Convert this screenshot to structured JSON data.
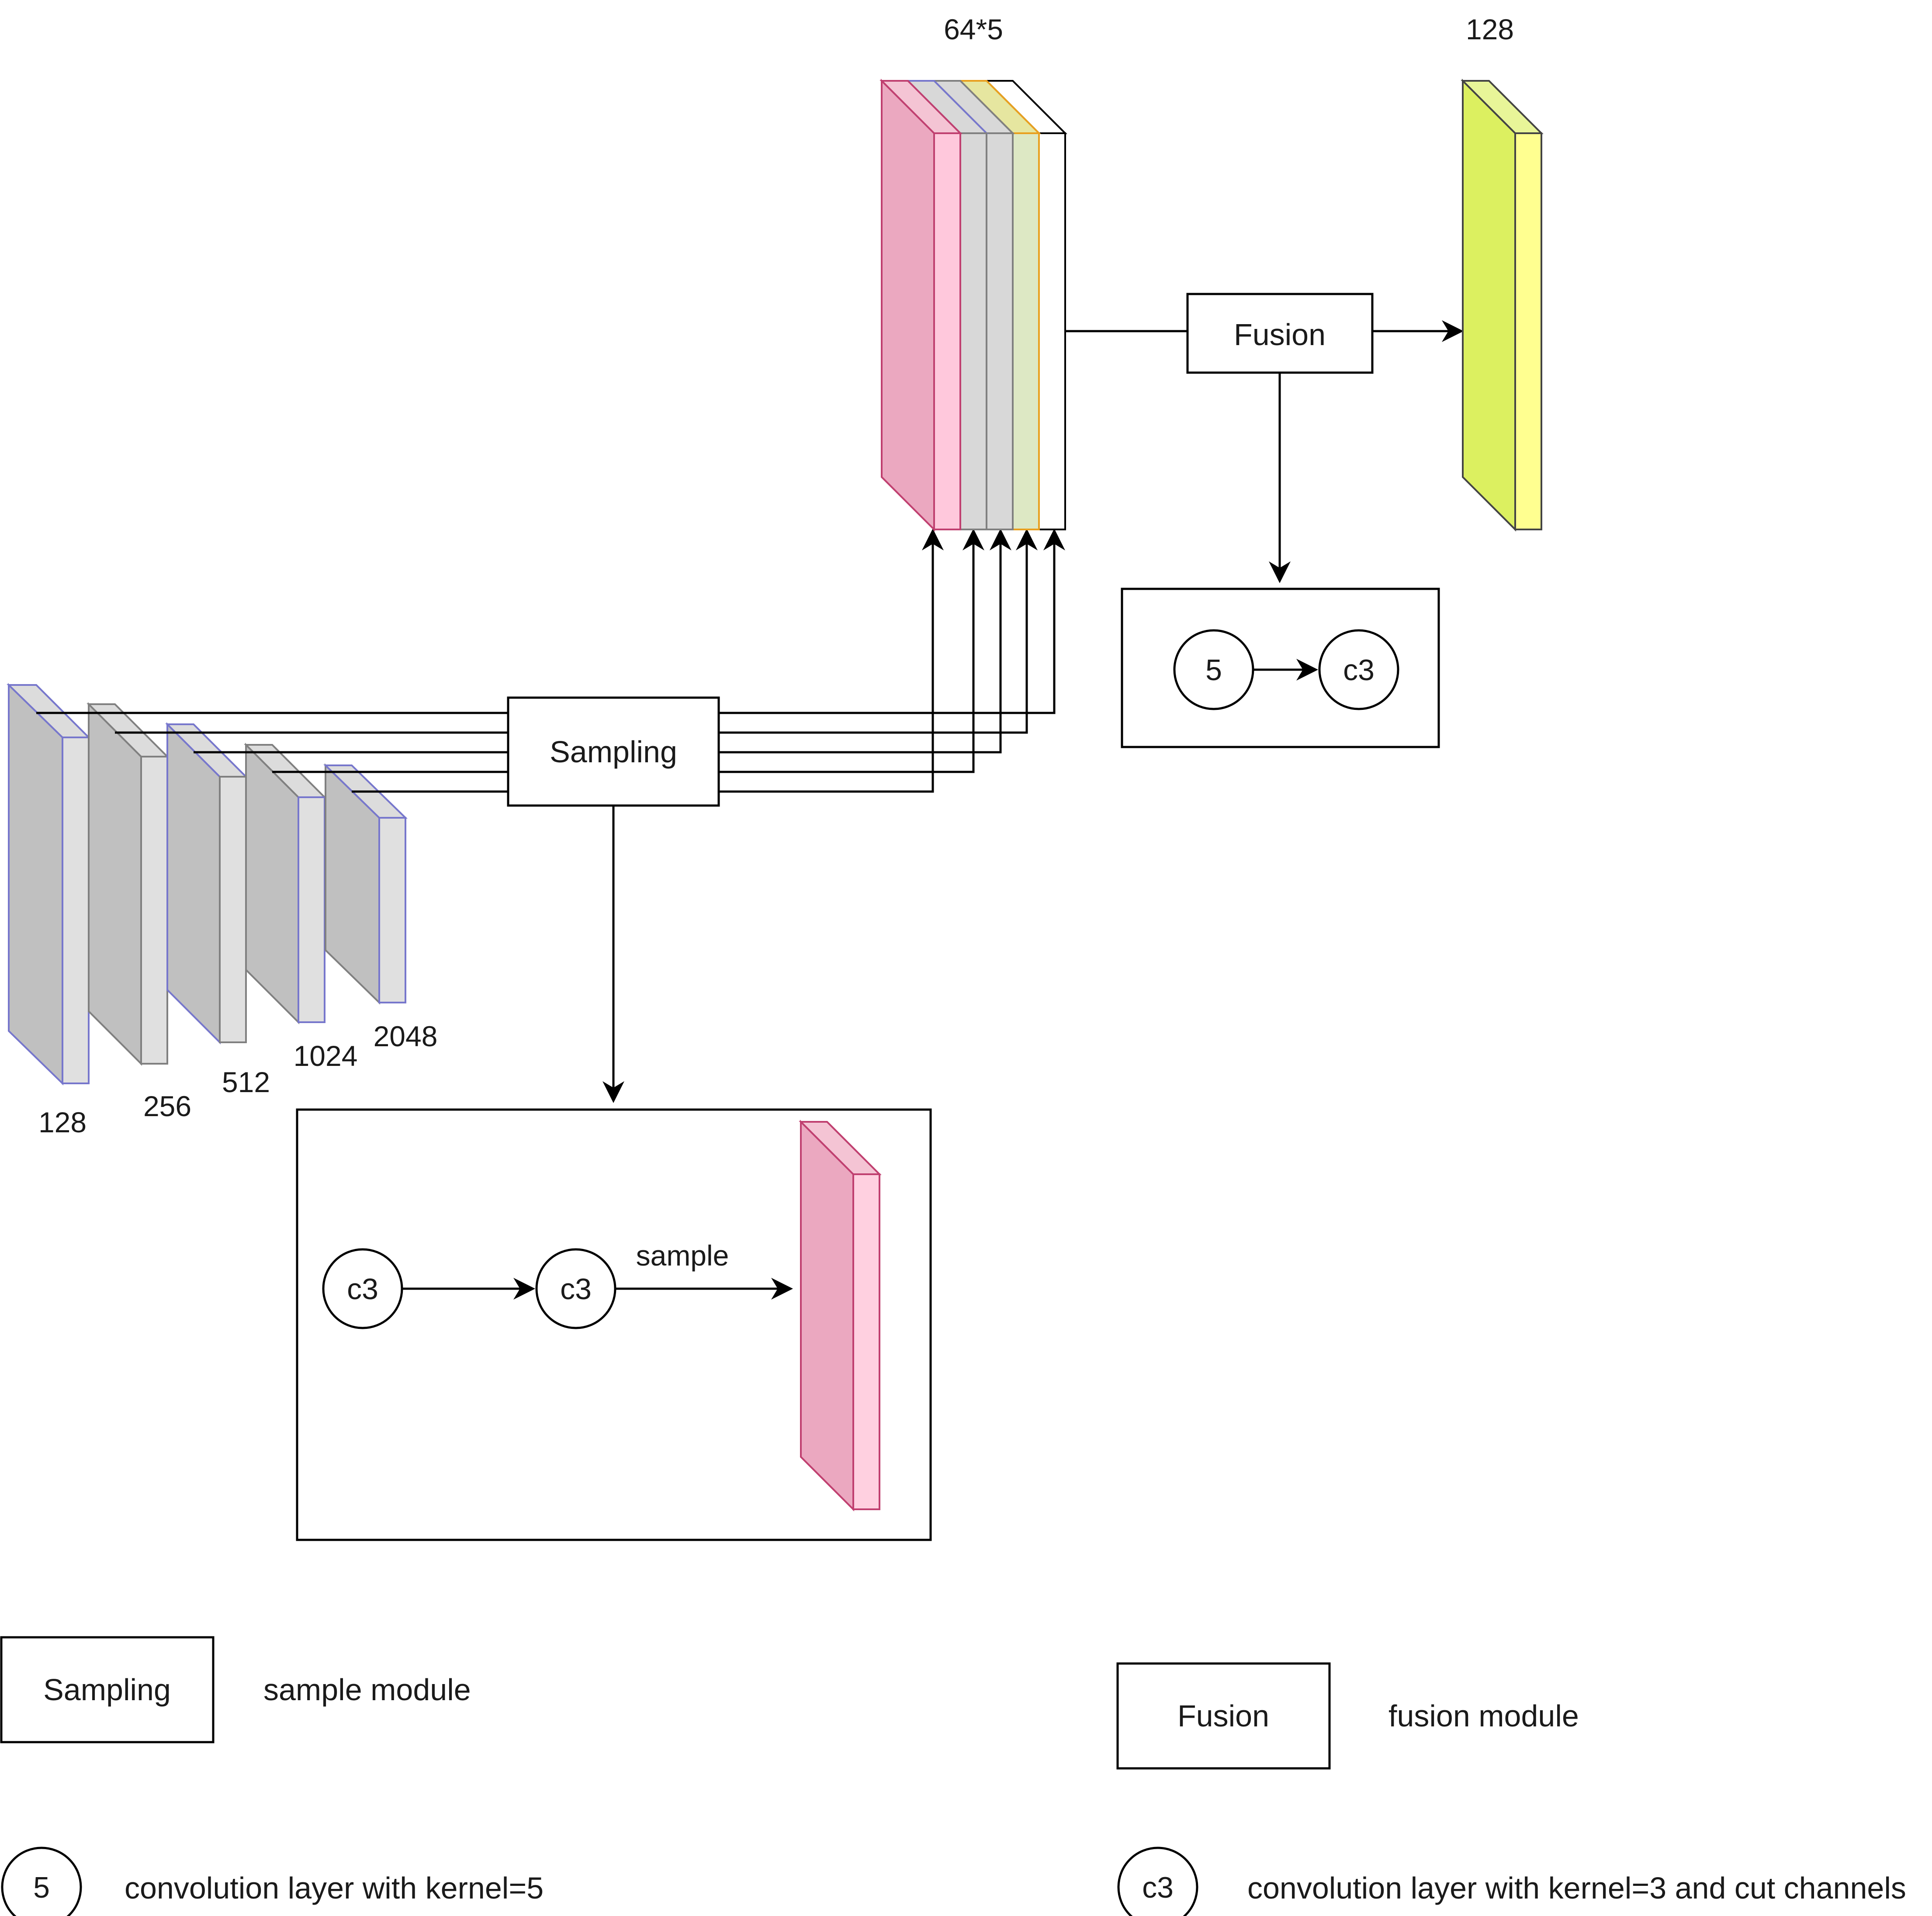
{
  "encoder": {
    "layers": [
      {
        "channels": "128"
      },
      {
        "channels": "256"
      },
      {
        "channels": "512"
      },
      {
        "channels": "1024"
      },
      {
        "channels": "2048"
      }
    ]
  },
  "sampling": {
    "label": "Sampling",
    "detail": {
      "nodes": [
        "c3",
        "c3"
      ],
      "edge_label": "sample"
    }
  },
  "concat": {
    "label": "64*5",
    "colors": [
      "#f0a8c0",
      "#d8d8d8",
      "#d8d8d8",
      "#dde8c4",
      "#ffffff"
    ]
  },
  "fusion": {
    "label": "Fusion",
    "detail": {
      "nodes": [
        "5",
        "c3"
      ]
    },
    "output": {
      "label": "128",
      "color": "#e0f56a"
    }
  },
  "legend": {
    "sampling_box": "Sampling",
    "sampling_desc": "sample module",
    "fusion_box": "Fusion",
    "fusion_desc": "fusion module",
    "conv5_symbol": "5",
    "conv5_desc": "convolution layer with kernel=5",
    "conv3_symbol": "c3",
    "conv3_desc": "convolution layer with kernel=3 and cut channels"
  }
}
